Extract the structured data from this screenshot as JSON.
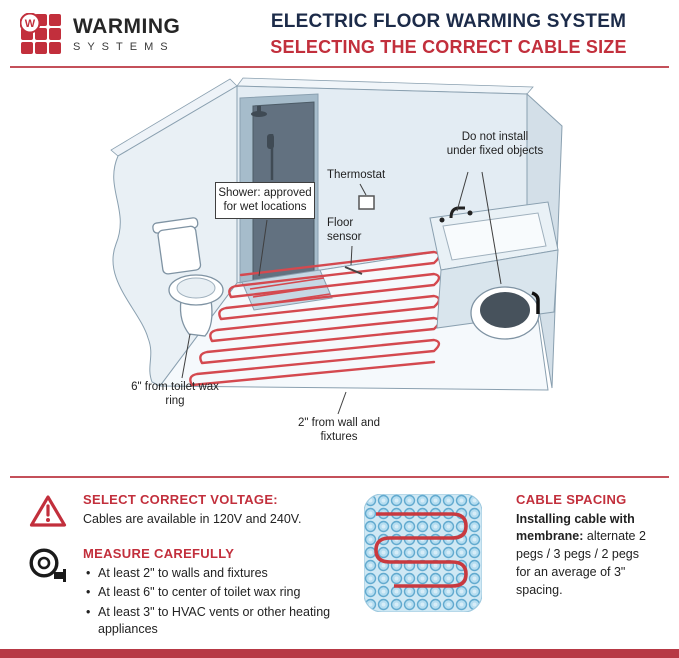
{
  "colors": {
    "accent_red": "#c22f3c",
    "navy": "#1c2b49",
    "cable_red": "#d4494f",
    "membrane_blue": "#cfe8f4"
  },
  "header": {
    "logo_letter": "W",
    "brand_name": "WARMING",
    "brand_tagline": "SYSTEMS",
    "title": "ELECTRIC FLOOR WARMING SYSTEM",
    "subtitle": "SELECTING THE CORRECT CABLE SIZE"
  },
  "diagram": {
    "labels": {
      "shower": "Shower: approved for wet locations",
      "thermostat": "Thermostat",
      "floor_sensor": "Floor sensor",
      "fixed_objects": "Do not install under fixed objects",
      "toilet_clearance": "6\" from toilet wax ring",
      "wall_clearance": "2\" from wall and fixtures"
    }
  },
  "sections": {
    "voltage": {
      "icon": "warning-triangle",
      "heading": "SELECT CORRECT VOLTAGE:",
      "body": "Cables are available in 120V and 240V."
    },
    "measure": {
      "icon": "tape-measure",
      "heading": "MEASURE CAREFULLY",
      "bullets": [
        "At least 2\" to walls and fixtures",
        "At least 6\" to center of toilet wax ring",
        "At least 3\" to HVAC vents or other heating appliances"
      ]
    },
    "spacing": {
      "icon": "membrane-swatch",
      "heading": "CABLE SPACING",
      "lead_bold": "Installing cable with membrane:",
      "lead_rest": " alternate 2 pegs / 3 pegs / 2 pegs for an average of 3\" spacing."
    }
  }
}
